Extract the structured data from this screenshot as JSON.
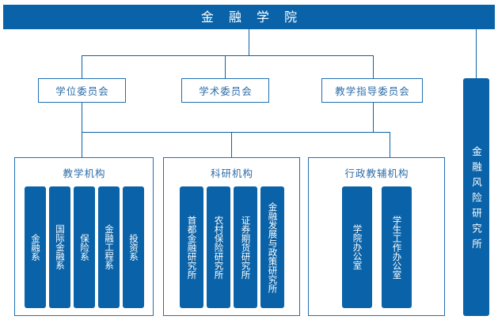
{
  "header": {
    "title": "金 融 学 院"
  },
  "committees": [
    {
      "id": "degree",
      "label": "学位委员会"
    },
    {
      "id": "academic",
      "label": "学术委员会"
    },
    {
      "id": "teaching",
      "label": "教学指导委员会"
    }
  ],
  "groups": [
    {
      "id": "teaching",
      "title": "教学机构",
      "items": [
        "金融系",
        "国际金融系",
        "保险系",
        "金融工程系",
        "投资系"
      ]
    },
    {
      "id": "research",
      "title": "科研机构",
      "items": [
        "首都金融研究所",
        "农村保险研究所",
        "证券期货研究所",
        "金融发展与政策研究所"
      ]
    },
    {
      "id": "admin",
      "title": "行政教辅机构",
      "items": [
        "学院办公室",
        "学生工作办公室"
      ]
    }
  ],
  "side_unit": {
    "label": "金融风险研究所"
  },
  "colors": {
    "brand_blue": "#0A63A8",
    "line_blue": "#1F6FB2",
    "text_blue": "#2E6DA8",
    "background": "#FFFFFF"
  }
}
